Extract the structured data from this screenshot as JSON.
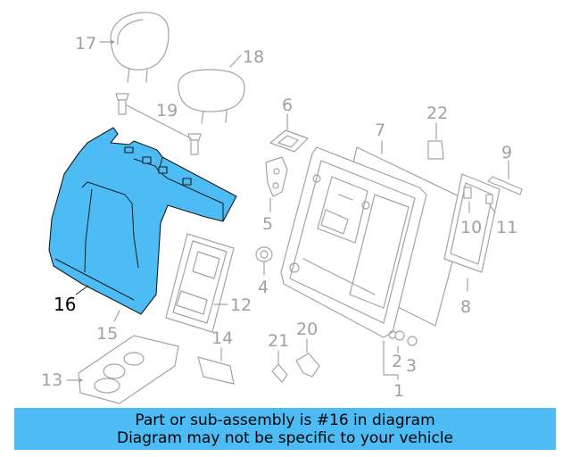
{
  "diagram": {
    "highlighted_part": "16",
    "highlight_color": "#4dbcf5",
    "callouts": [
      "17",
      "18",
      "19",
      "6",
      "7",
      "22",
      "9",
      "5",
      "10",
      "11",
      "4",
      "12",
      "8",
      "16",
      "15",
      "14",
      "13",
      "21",
      "20",
      "2",
      "3",
      "1"
    ]
  },
  "banner": {
    "line1": "Part or sub-assembly is #16 in diagram",
    "line2": "Diagram may not be specific to your vehicle",
    "background": "#4dbcf5"
  }
}
